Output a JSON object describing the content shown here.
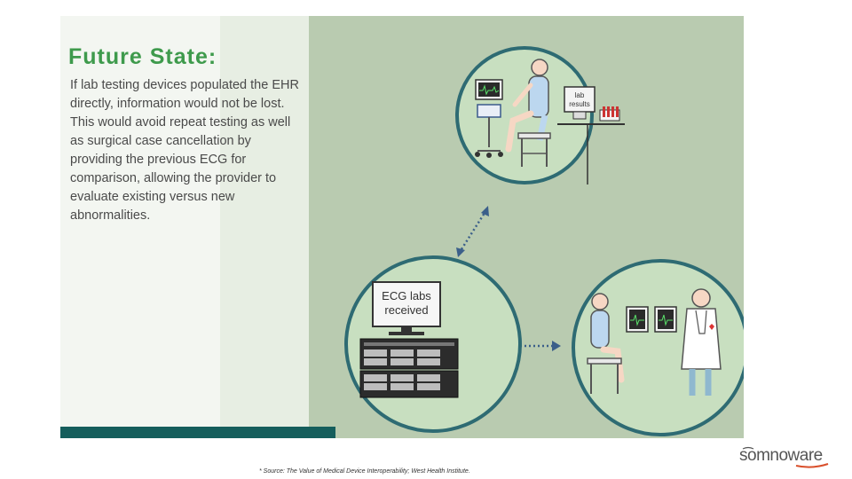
{
  "slide": {
    "title": "Future State:",
    "body": "If lab testing devices populated the EHR directly, information would not be lost. This would avoid repeat testing as well as surgical case cancellation by providing the previous ECG for comparison, allowing the provider to evaluate existing versus new abnormalities."
  },
  "diagram": {
    "lab_screen_line1": "lab",
    "lab_screen_line2": "results",
    "ecg_screen_line1": "ECG labs",
    "ecg_screen_line2": "received",
    "colors": {
      "circle_fill": "#c8dfc0",
      "circle_stroke": "#2e6b73",
      "arrow": "#3b5f8a",
      "background": "#b9cbb0"
    },
    "icons": [
      "patient-icon",
      "ecg-machine-icon",
      "lab-computer-icon",
      "test-tubes-icon",
      "server-rack-icon",
      "doctor-icon",
      "monitor-icon"
    ]
  },
  "footer": {
    "footnote": "* Source: The Value of Medical Device Interoperability; West Health Institute.",
    "logo_text": "somnoware"
  }
}
